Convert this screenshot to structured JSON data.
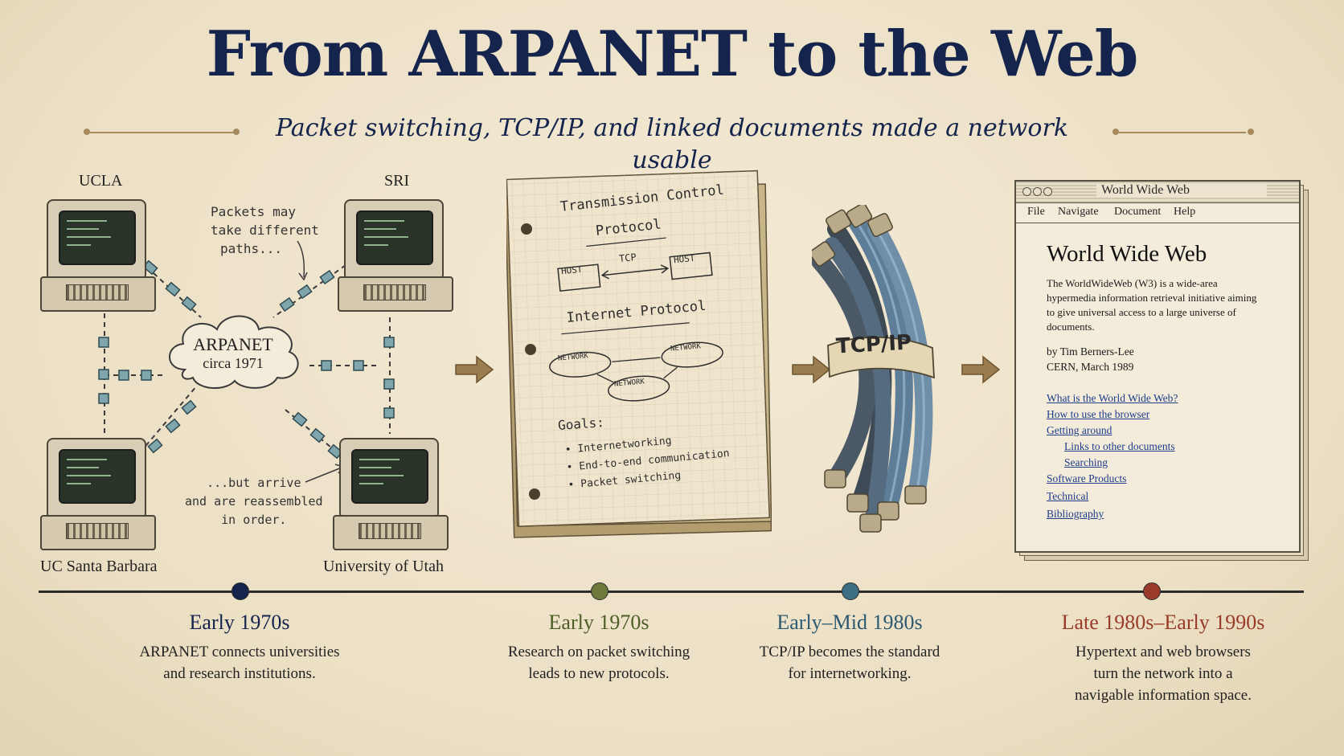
{
  "header": {
    "title": "From ARPANET to the Web",
    "subtitle": "Packet switching, TCP/IP, and linked documents made a network usable"
  },
  "arpanet": {
    "nodes": [
      "UCLA",
      "SRI",
      "UC Santa Barbara",
      "University of Utah"
    ],
    "cloud_title": "ARPANET",
    "cloud_sub": "circa 1971",
    "note_top": [
      "Packets may",
      "take different",
      "paths..."
    ],
    "note_bottom": [
      "...but arrive",
      "and are reassembled",
      "in order."
    ]
  },
  "notebook": {
    "heading1": "Transmission Control",
    "heading1b": "Protocol",
    "host_left": "HOST",
    "host_right": "HOST",
    "tcp_label": "TCP",
    "heading2": "Internet Protocol",
    "network_labels": [
      "NETWORK",
      "NETWORK",
      "NETWORK"
    ],
    "goals_title": "Goals:",
    "goals": [
      "Internetworking",
      "End-to-end communication",
      "Packet switching"
    ]
  },
  "cable": {
    "label": "TCP/IP"
  },
  "browser": {
    "window_title": "World Wide Web",
    "menu": [
      "File",
      "Navigate",
      "Document",
      "Help"
    ],
    "page_heading": "World Wide Web",
    "description": "The WorldWideWeb (W3) is a wide-area hypermedia information retrieval initiative aiming to give universal access to a large universe of documents.",
    "byline1": "by Tim Berners-Lee",
    "byline2": "CERN, March 1989",
    "links": [
      "What is the World Wide Web?",
      "How to use the browser",
      "Getting around",
      "Links to other documents",
      "Searching",
      "Software Products",
      "Technical",
      "Bibliography"
    ]
  },
  "timeline": [
    {
      "era": "Early 1970s",
      "color": "#14244d",
      "desc1": "ARPANET connects universities",
      "desc2": "and research institutions.",
      "desc3": ""
    },
    {
      "era": "Early 1970s",
      "color": "#4f5e27",
      "desc1": "Research on packet switching",
      "desc2": "leads to new protocols.",
      "desc3": ""
    },
    {
      "era": "Early–Mid 1980s",
      "color": "#2c5a72",
      "desc1": "TCP/IP becomes the standard",
      "desc2": "for internetworking.",
      "desc3": ""
    },
    {
      "era": "Late 1980s–Early 1990s",
      "color": "#9a3b2a",
      "desc1": "Hypertext and web browsers",
      "desc2": "turn the network into a",
      "desc3": "navigable information space."
    }
  ],
  "colors": {
    "title": "#14244d",
    "packet": "#7fa5ad",
    "arrow": "#9b7d4f"
  }
}
